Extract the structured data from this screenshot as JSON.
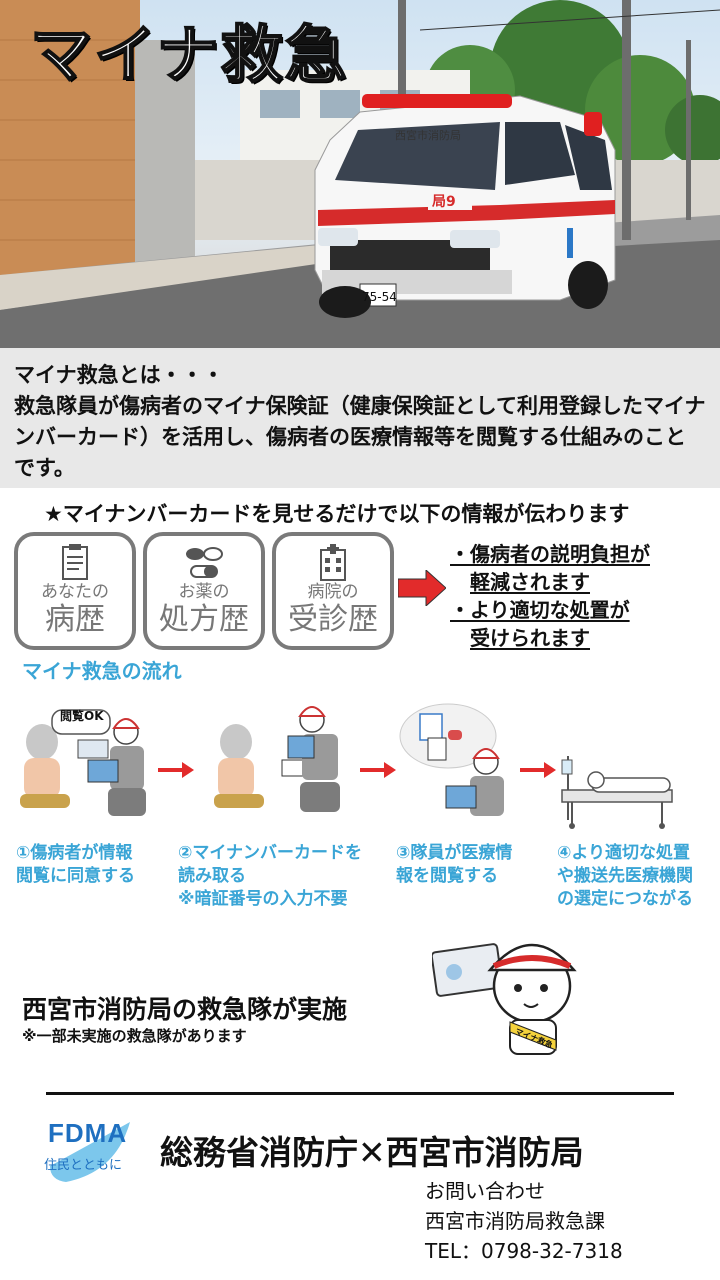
{
  "hero": {
    "title": "マイナ救急",
    "ambulance_side_text": "西宮市消防局",
    "ambulance_number": "局9",
    "plate_number": "75-54"
  },
  "description": {
    "heading": "マイナ救急とは・・・",
    "body": "救急隊員が傷病者のマイナ保険証（健康保険証として利用登録したマイナンバーカード）を活用し、傷病者の医療情報等を閲覧する仕組みのことです。"
  },
  "info_line": "★マイナンバーカードを見せるだけで以下の情報が伝わります",
  "cards": [
    {
      "small": "あなたの",
      "big": "病歴",
      "icon": "clipboard-icon"
    },
    {
      "small": "お薬の",
      "big": "処方歴",
      "icon": "pills-icon"
    },
    {
      "small": "病院の",
      "big": "受診歴",
      "icon": "hospital-icon"
    }
  ],
  "benefits": [
    {
      "line1": "・傷病者の説明負担が",
      "line2": "軽減されます"
    },
    {
      "line1": "・より適切な処置が",
      "line2": "受けられます"
    }
  ],
  "flow_title": "マイナ救急の流れ",
  "flow_badge": "閲覧OK",
  "steps": [
    {
      "line1": "①傷病者が情報",
      "line2": "閲覧に同意する",
      "line3": ""
    },
    {
      "line1": "②マイナンバーカードを",
      "line2": "読み取る",
      "line3": "※暗証番号の入力不要"
    },
    {
      "line1": "③隊員が医療情",
      "line2": "報を閲覧する",
      "line3": ""
    },
    {
      "line1": "④より適切な処置",
      "line2": "や搬送先医療機関",
      "line3": "の選定につながる"
    }
  ],
  "implementation": {
    "title": "西宮市消防局の救急隊が実施",
    "note": "※一部未実施の救急隊があります",
    "sash_text": "マイナ救急"
  },
  "footer": {
    "logo_text": "FDMA",
    "logo_sub": "住民とともに",
    "title": "総務省消防庁✕西宮市消防局",
    "contact_label": "お問い合わせ",
    "contact_dept": "西宮市消防局救急課",
    "contact_tel": "TEL：0798-32-7318"
  },
  "colors": {
    "accent_blue": "#3aa5d6",
    "arrow_red": "#e22b2b",
    "card_border": "#7a7a7a",
    "logo_blue": "#1e6fc0"
  }
}
